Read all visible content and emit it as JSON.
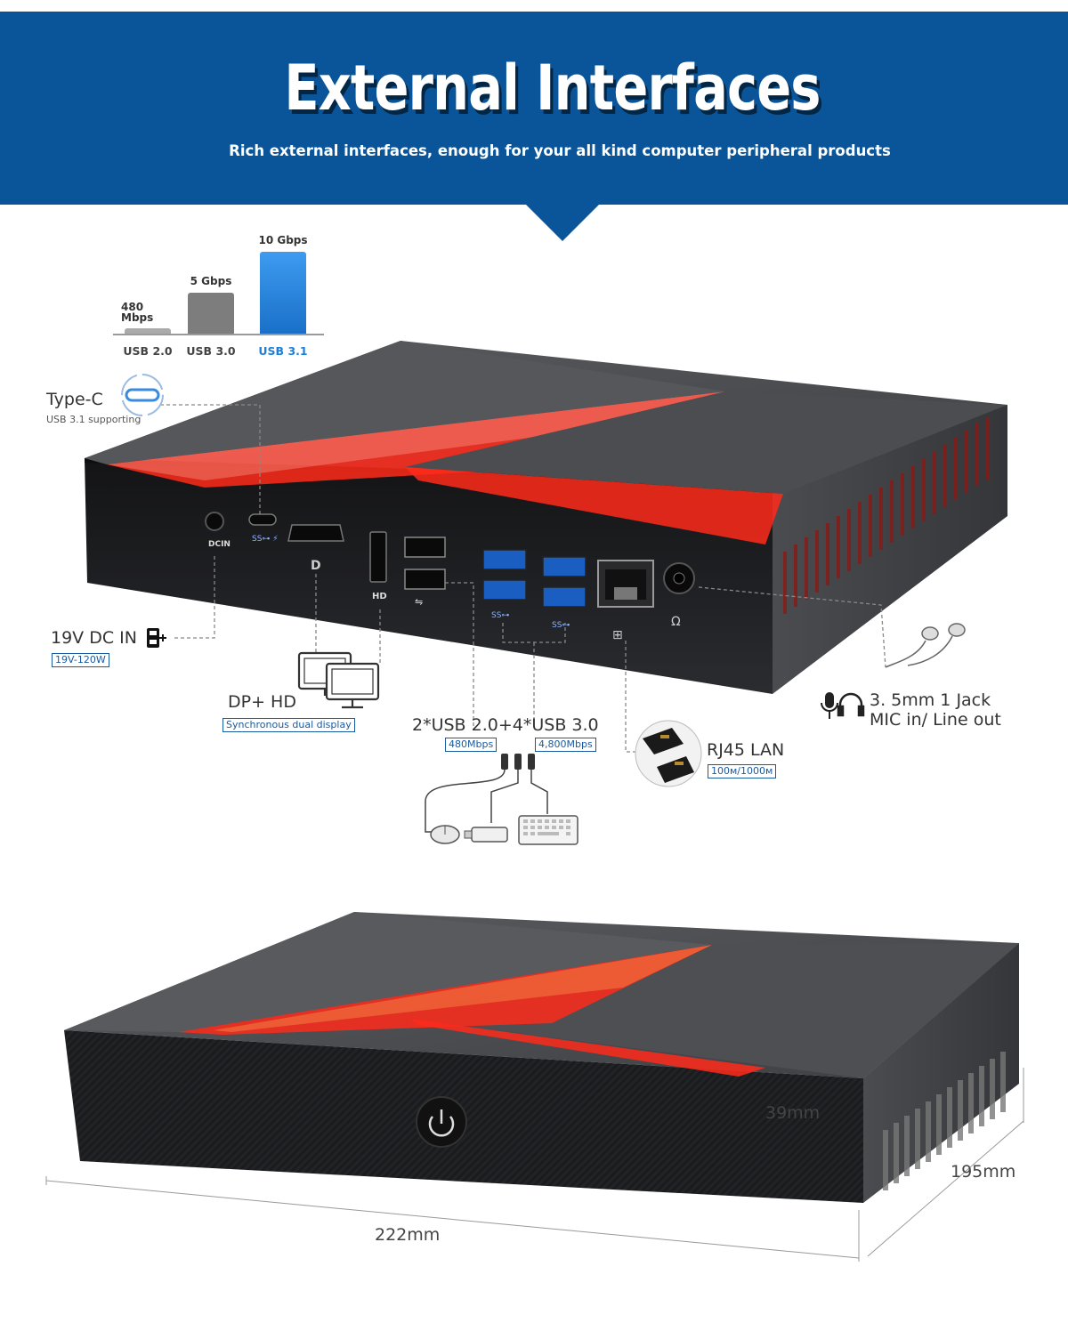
{
  "header": {
    "title": "External Interfaces",
    "subtitle": "Rich external interfaces, enough for your all kind computer peripheral products"
  },
  "usb_speed_chart": {
    "bars": [
      {
        "name": "USB 2.0",
        "speed_label": "480 Mbps",
        "value_mbps": 480,
        "color": "#aaaaaa"
      },
      {
        "name": "USB 3.0",
        "speed_label": "5 Gbps",
        "value_mbps": 5000,
        "color": "#7d7d7d"
      },
      {
        "name": "USB 3.1",
        "speed_label": "10 Gbps",
        "value_mbps": 10000,
        "color": "#1e7fd8"
      }
    ],
    "highlight_color": "#1e7fd8"
  },
  "ports": {
    "type_c": {
      "title": "Type-C",
      "note": "USB 3.1 supporting"
    },
    "dc_in": {
      "title": "19V DC IN",
      "tag": "19V-120W",
      "panel_label": "DCIN"
    },
    "display": {
      "title": "DP+ HD",
      "tag": "Synchronous dual display",
      "hd_label": "HD"
    },
    "usb": {
      "title": "2*USB 2.0+4*USB 3.0",
      "tag_usb2": "480Mbps",
      "tag_usb3": "4,800Mbps"
    },
    "lan": {
      "title": "RJ45 LAN",
      "tag": "100м/1000м"
    },
    "audio": {
      "line1": "3. 5mm 1 Jack",
      "line2": "MIC in/ Line out"
    }
  },
  "dimensions": {
    "height": "39mm",
    "depth": "195mm",
    "width": "222mm"
  },
  "colors": {
    "banner": "#0a5599",
    "tag_border": "#1a5aa0",
    "accent_red": "#ff2a1a",
    "device_body": "#2a2b2e"
  },
  "icons": [
    "type-c-icon",
    "power-plug-icon",
    "monitor-icon",
    "mouse-icon",
    "usb-stick-icon",
    "keyboard-icon",
    "rj45-connector-icon",
    "microphone-icon",
    "headphone-icon",
    "earbuds-icon",
    "power-button-icon"
  ]
}
